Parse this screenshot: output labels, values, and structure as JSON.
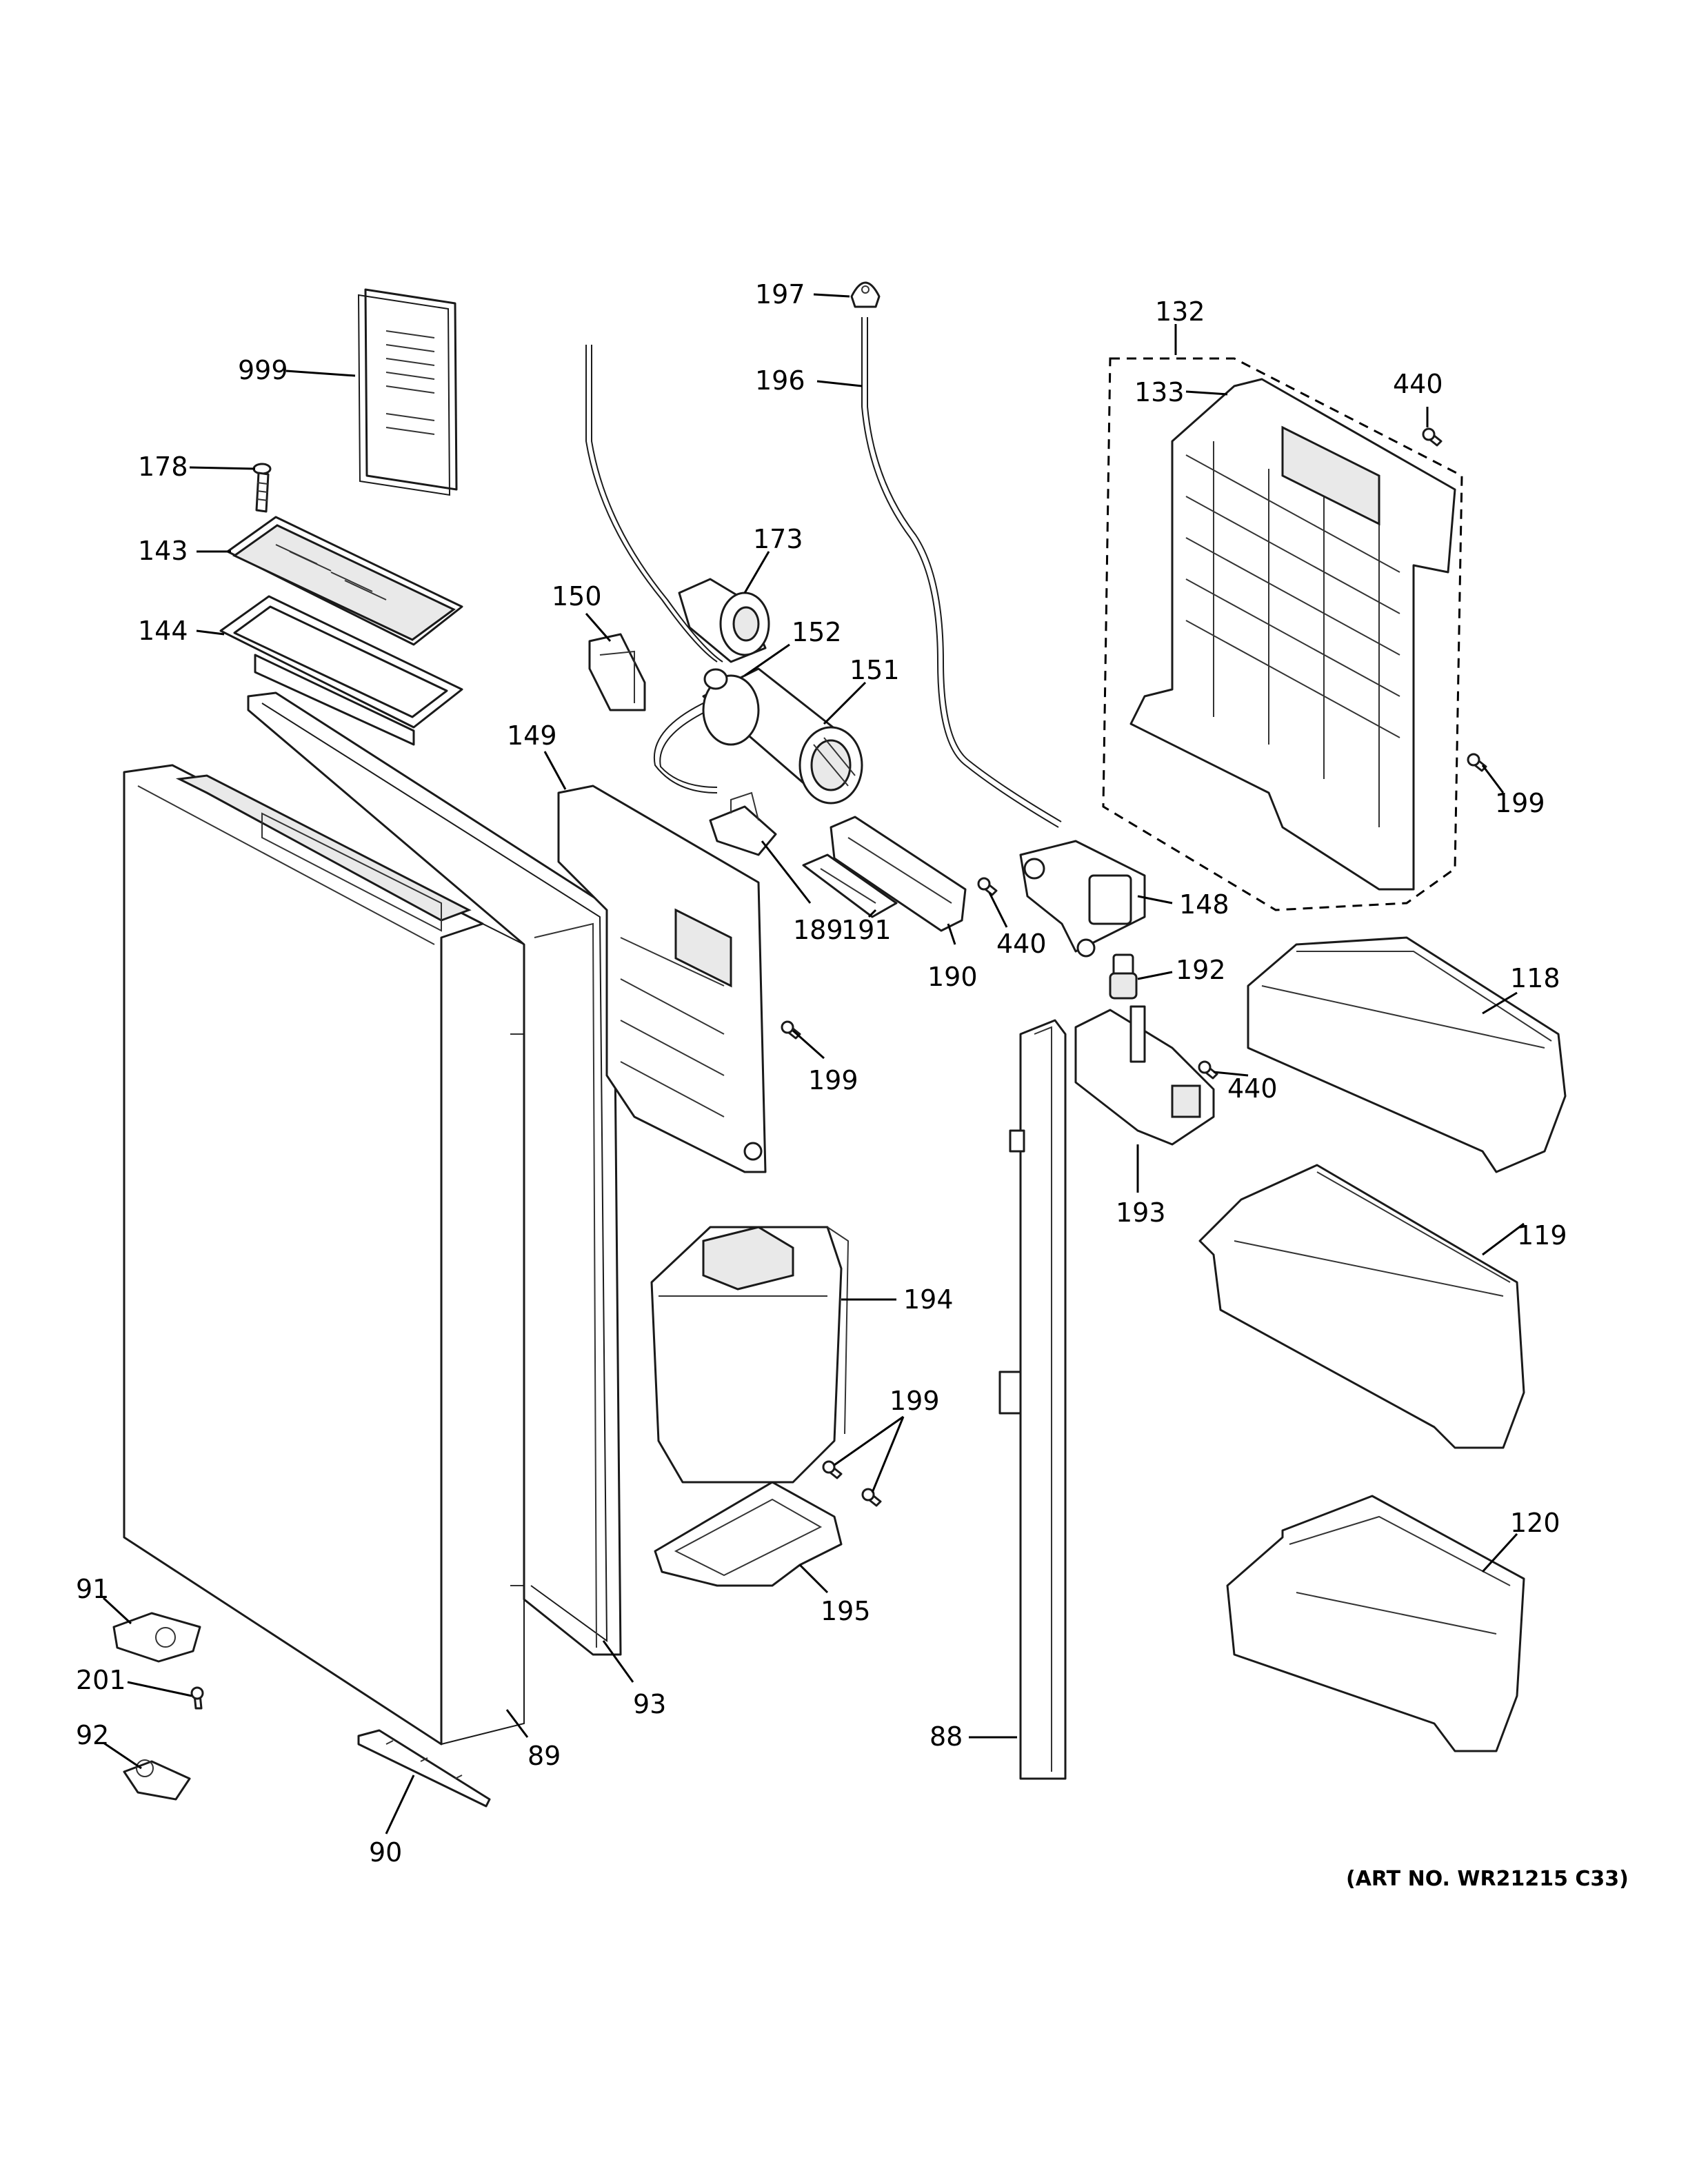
{
  "callouts": {
    "c999": "999",
    "c178": "178",
    "c143": "143",
    "c144": "144",
    "c150": "150",
    "c173": "173",
    "c152": "152",
    "c151": "151",
    "c149": "149",
    "c197": "197",
    "c196": "196",
    "c132": "132",
    "c133": "133",
    "c440a": "440",
    "c199a": "199",
    "c189": "189",
    "c191": "191",
    "c190": "190",
    "c440b": "440",
    "c148": "148",
    "c192": "192",
    "c118": "118",
    "c199b": "199",
    "c440c": "440",
    "c193": "193",
    "c119": "119",
    "c194": "194",
    "c199c": "199",
    "c195": "195",
    "c120": "120",
    "c91": "91",
    "c201": "201",
    "c92": "92",
    "c93": "93",
    "c89": "89",
    "c90": "90",
    "c88": "88"
  },
  "art_number": "(ART NO. WR21215 C33)"
}
